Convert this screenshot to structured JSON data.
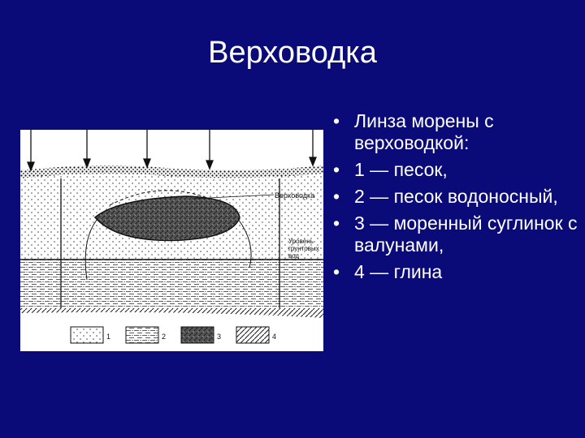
{
  "slide": {
    "title": "Верховодка",
    "bullets": [
      "Линза морены с верховодкой:",
      " 1 — песок,",
      " 2 — песок водоносный,",
      " 3 — моренный суглинок с валунами,",
      " 4 — глина"
    ]
  },
  "figure": {
    "label_perched": "Верховодка",
    "label_gw_1": "Уровень",
    "label_gw_2": "грунтовых",
    "label_gw_3": "вод",
    "legend": [
      "1",
      "2",
      "3",
      "4"
    ]
  }
}
